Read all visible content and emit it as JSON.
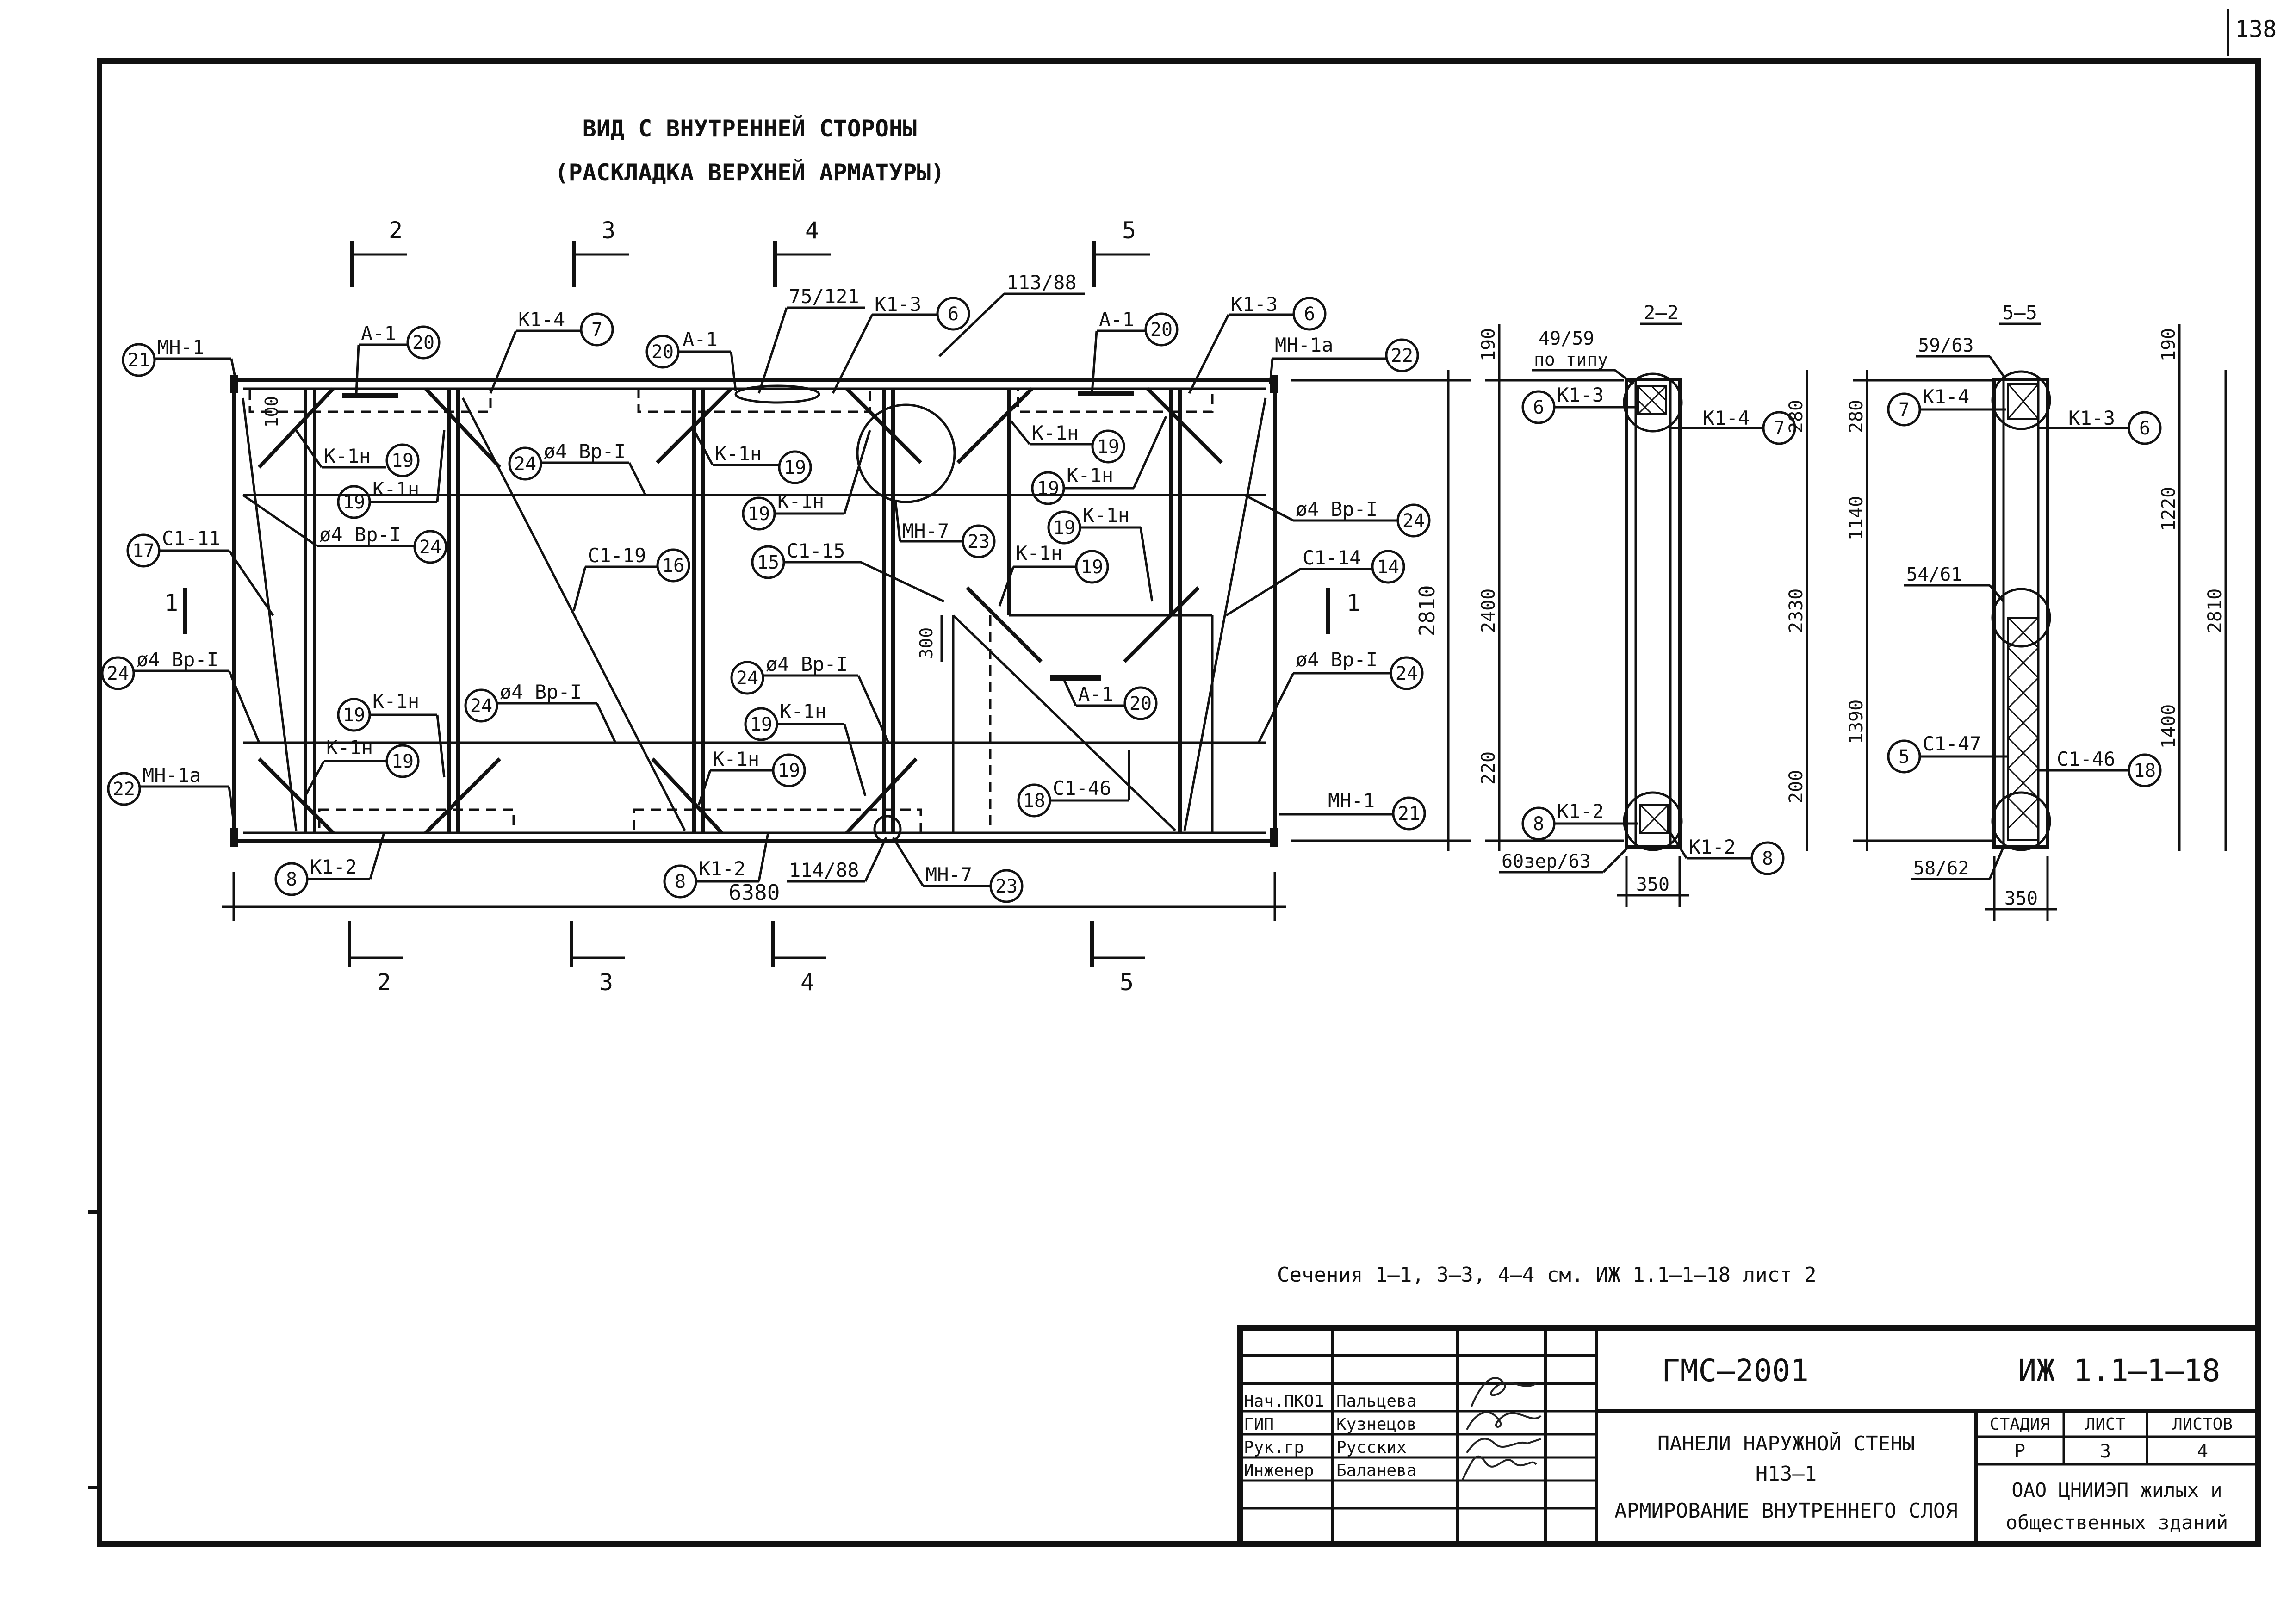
{
  "page_number": "138",
  "title_line1": "ВИД С ВНУТРЕННЕЙ СТОРОНЫ",
  "title_line2": "(РАСКЛАДКА ВЕРХНЕЙ АРМАТУРЫ)",
  "section_marks": [
    "2",
    "3",
    "4",
    "5"
  ],
  "section_1": "1",
  "labels": {
    "mn1": "МН-1",
    "mn1a": "МН-1а",
    "mn7": "МН-7",
    "a1": "А-1",
    "k13": "К1-3",
    "k14": "К1-4",
    "k12": "К1-2",
    "k1n": "К-1н",
    "rebar": "ø4 Вр-I",
    "c111": "С1-11",
    "c119": "С1-19",
    "c115": "С1-15",
    "c114": "С1-14",
    "c146": "С1-46",
    "c147": "С1-47",
    "d75_121": "75/121",
    "d113_88": "113/88",
    "d114_88": "114/88",
    "d100": "100",
    "d300": "300",
    "d6380": "6380",
    "d2810": "2810"
  },
  "bubbles": {
    "n6": "6",
    "n7": "7",
    "n8": "8",
    "n14": "14",
    "n15": "15",
    "n16": "16",
    "n17": "17",
    "n18": "18",
    "n19": "19",
    "n20": "20",
    "n21": "21",
    "n22": "22",
    "n23": "23",
    "n24": "24",
    "n5": "5"
  },
  "sec22": {
    "title": "2–2",
    "d49_59": "49/59",
    "po_tipu": "по типу",
    "d60zer63": "60зер/63",
    "d350": "350",
    "d190": "190",
    "d2400": "2400",
    "d220": "220",
    "d280": "280",
    "d2330": "2330",
    "d200": "200"
  },
  "sec55": {
    "title": "5–5",
    "d59_63": "59/63",
    "d54_61": "54/61",
    "d58_62": "58/62",
    "d350": "350",
    "d280": "280",
    "d1140": "1140",
    "d1390": "1390",
    "d190": "190",
    "d1220": "1220",
    "d1400": "1400",
    "d2810": "2810"
  },
  "note": "Сечения 1–1, 3–3, 4–4 см. ИЖ 1.1–1–18 лист 2",
  "stamp": {
    "org_code": "ГМС–2001",
    "doc_code": "ИЖ 1.1–1–18",
    "title1": "ПАНЕЛИ НАРУЖНОЙ СТЕНЫ",
    "title2": "Н13–1",
    "title3": "АРМИРОВАНИЕ ВНУТРЕННЕГО СЛОЯ",
    "stage_h": "СТАДИЯ",
    "sheet_h": "ЛИСТ",
    "sheets_h": "ЛИСТОВ",
    "stage": "Р",
    "sheet": "3",
    "sheets": "4",
    "org1": "ОАО ЦНИИЭП жилых и",
    "org2": "общественных зданий",
    "roles": [
      "Нач.ПКО1",
      "ГИП",
      "Рук.гр",
      "Инженер"
    ],
    "names": [
      "Пальцева",
      "Кузнецов",
      "Русских",
      "Баланева"
    ]
  }
}
